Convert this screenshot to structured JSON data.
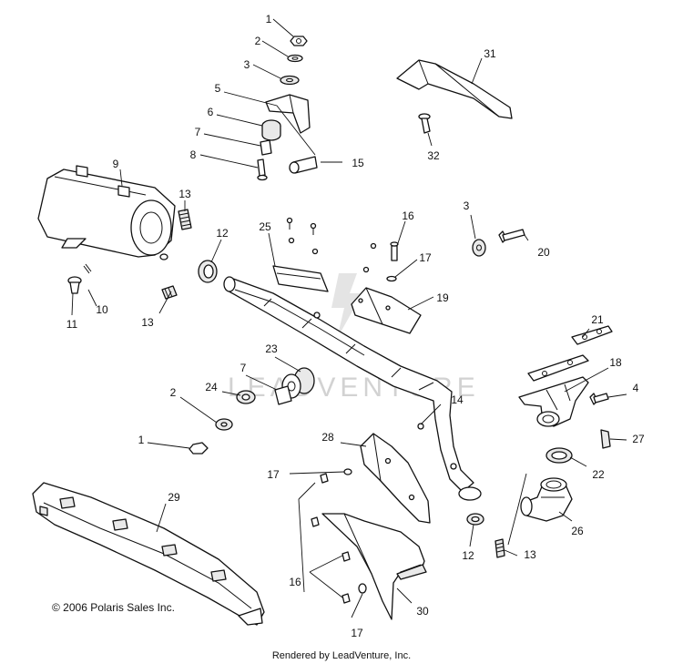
{
  "diagram": {
    "watermark": "LEADVENTURE",
    "copyright": "© 2006 Polaris Sales Inc.",
    "rendered_by": "Rendered by LeadVenture, Inc.",
    "callouts": [
      "1",
      "2",
      "3",
      "5",
      "6",
      "7",
      "8",
      "15",
      "9",
      "13",
      "10",
      "11",
      "13",
      "12",
      "25",
      "16",
      "3",
      "20",
      "17",
      "19",
      "31",
      "32",
      "23",
      "7",
      "24",
      "2",
      "1",
      "14",
      "21",
      "18",
      "4",
      "27",
      "22",
      "26",
      "13",
      "12",
      "28",
      "17",
      "29",
      "16",
      "30",
      "17"
    ]
  }
}
